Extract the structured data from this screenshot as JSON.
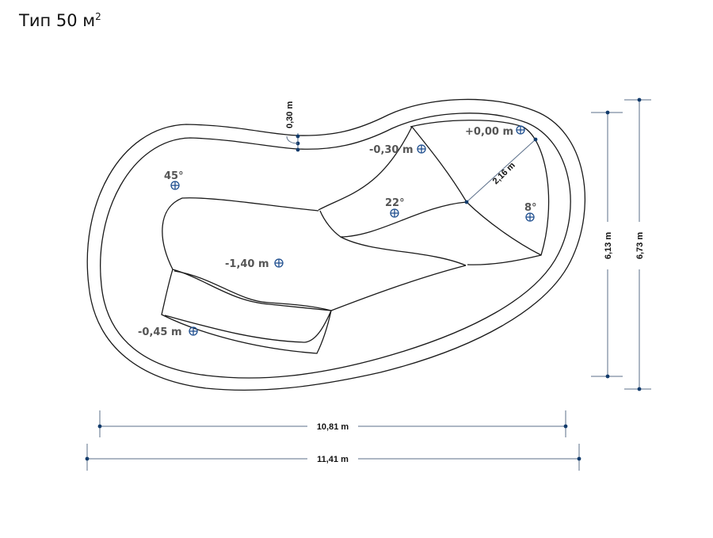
{
  "title": {
    "text": "Тип 50 м",
    "superscript": "2"
  },
  "dimensions": {
    "inner_length": "10,81 m",
    "outer_length": "11,41 m",
    "inner_width": "6,13 m",
    "outer_width": "6,73 m",
    "wall": "0,30 m",
    "step_width": "2,16 m"
  },
  "markers": {
    "angle_45": "45°",
    "depth_0_30": "-0,30 m",
    "depth_0_00": "+0,00 m",
    "angle_22": "22°",
    "angle_8": "8°",
    "depth_1_40": "-1,40 m",
    "depth_0_45": "-0,45 m"
  },
  "colors": {
    "dimension_line": "#5b6f8a",
    "marker": "#1f4f8f",
    "outline": "#1a1a1a"
  }
}
